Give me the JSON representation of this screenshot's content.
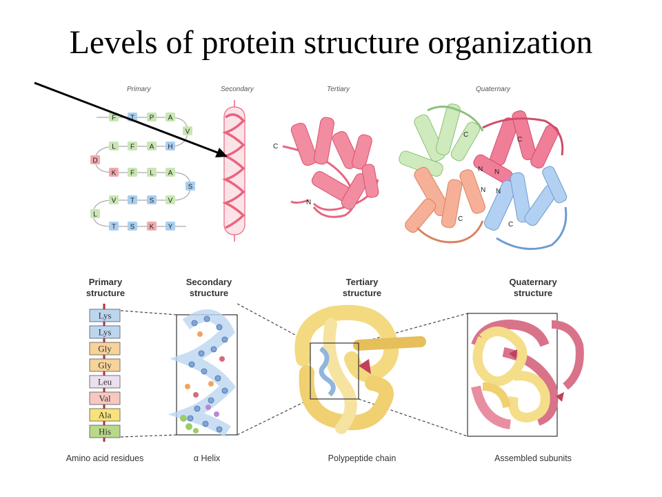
{
  "title": "Levels of protein structure organization",
  "top_panel": {
    "headings": [
      "Primary",
      "Secondary",
      "Tertiary",
      "Quaternary"
    ],
    "sequence": [
      {
        "code": "F",
        "color": "green"
      },
      {
        "code": "T",
        "color": "blue"
      },
      {
        "code": "P",
        "color": "green"
      },
      {
        "code": "A",
        "color": "green"
      },
      {
        "code": "V",
        "color": "green"
      },
      {
        "code": "L",
        "color": "green"
      },
      {
        "code": "F",
        "color": "green"
      },
      {
        "code": "A",
        "color": "green"
      },
      {
        "code": "H",
        "color": "blue"
      },
      {
        "code": "D",
        "color": "red"
      },
      {
        "code": "K",
        "color": "red"
      },
      {
        "code": "F",
        "color": "green"
      },
      {
        "code": "L",
        "color": "green"
      },
      {
        "code": "A",
        "color": "green"
      },
      {
        "code": "S",
        "color": "blue"
      },
      {
        "code": "V",
        "color": "green"
      },
      {
        "code": "T",
        "color": "blue"
      },
      {
        "code": "S",
        "color": "blue"
      },
      {
        "code": "V",
        "color": "green"
      },
      {
        "code": "L",
        "color": "green"
      },
      {
        "code": "T",
        "color": "blue"
      },
      {
        "code": "S",
        "color": "blue"
      },
      {
        "code": "K",
        "color": "red"
      },
      {
        "code": "Y",
        "color": "blue"
      }
    ],
    "tertiary_termini": {
      "c": "C",
      "n": "N"
    },
    "quaternary_termini": [
      "C",
      "C",
      "N",
      "N",
      "N",
      "N",
      "C",
      "C"
    ]
  },
  "bottom_panel": {
    "headings": [
      {
        "line1": "Primary",
        "line2": "structure"
      },
      {
        "line1": "Secondary",
        "line2": "structure"
      },
      {
        "line1": "Tertiary",
        "line2": "structure"
      },
      {
        "line1": "Quaternary",
        "line2": "structure"
      }
    ],
    "amino_acids": [
      {
        "name": "Lys",
        "color": "#bcd6f0"
      },
      {
        "name": "Lys",
        "color": "#bcd6f0"
      },
      {
        "name": "Gly",
        "color": "#f7d39a"
      },
      {
        "name": "Gly",
        "color": "#f7d39a"
      },
      {
        "name": "Leu",
        "color": "#ece0f0"
      },
      {
        "name": "Val",
        "color": "#f6c8c0"
      },
      {
        "name": "Ala",
        "color": "#f8e27a"
      },
      {
        "name": "His",
        "color": "#b8d98a"
      }
    ],
    "captions": [
      "Amino acid residues",
      "α Helix",
      "Polypeptide chain",
      "Assembled subunits"
    ]
  },
  "colors": {
    "green": "#c9e6b4",
    "blue": "#a9cff0",
    "red": "#f2a9ad",
    "pink": "#e8647e",
    "salmon": "#f4a98c",
    "lightblue": "#a8c8ee",
    "lightgreen": "#bfe3a8",
    "yellow": "#f7e08a",
    "magenta": "#d9738a"
  }
}
